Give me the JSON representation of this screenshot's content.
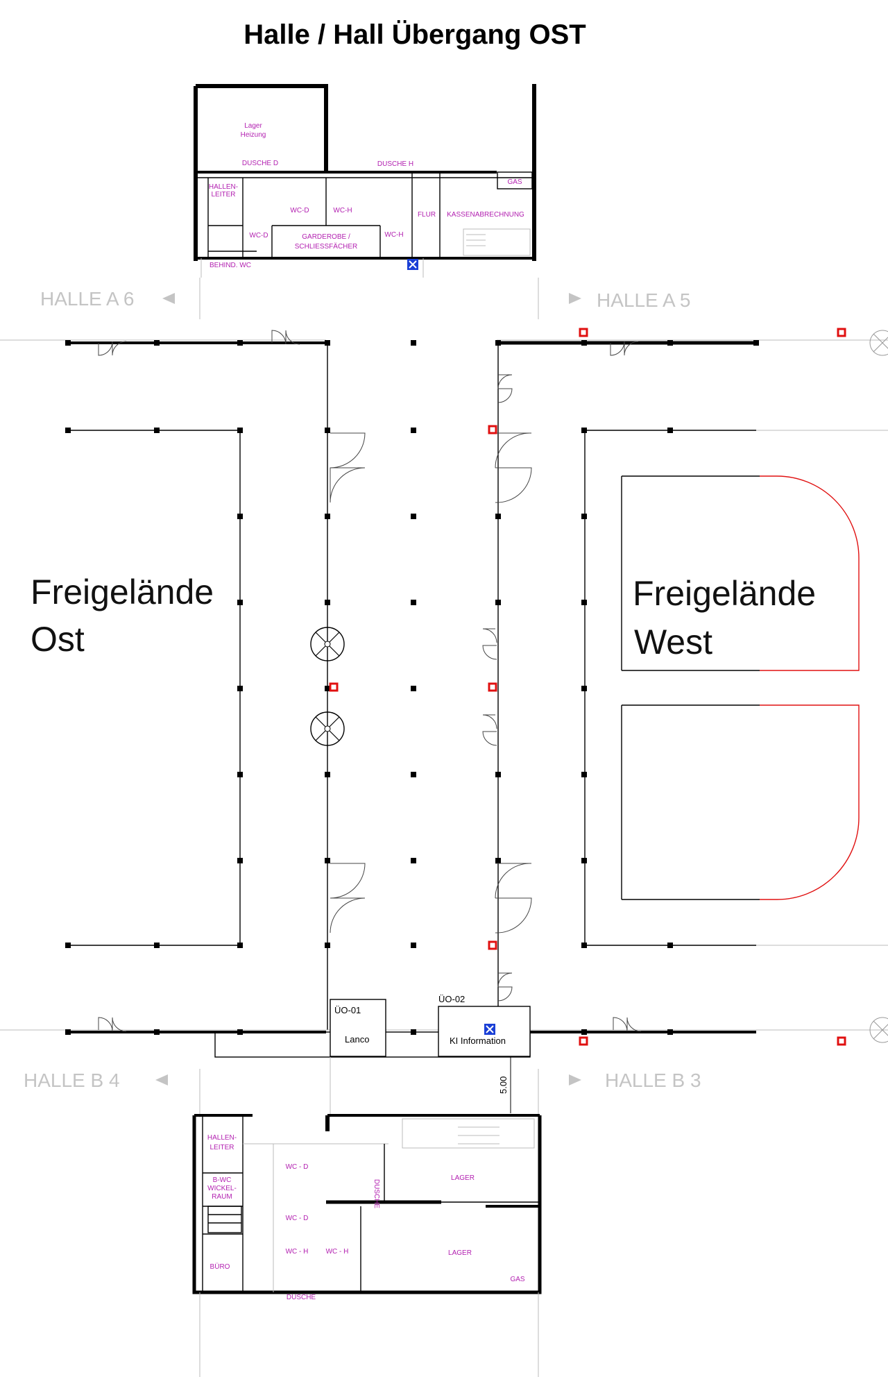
{
  "title": "Halle / Hall Übergang OST",
  "areas": {
    "east": [
      "Freigelände",
      "Ost"
    ],
    "west": [
      "Freigelände",
      "West"
    ]
  },
  "hall_labels": {
    "a6": "HALLE  A 6",
    "a5": "HALLE  A 5",
    "b4": "HALLE  B 4",
    "b3": "HALLE  B 3"
  },
  "rooms_top": {
    "lager": "Lager",
    "heizung": "Heizung",
    "dusche_d": "DUSCHE D",
    "dusche_h": "DUSCHE H",
    "gas": "GAS",
    "hallenleiter_1": "HALLEN-",
    "hallenleiter_2": "LEITER",
    "wc_d_1": "WC-D",
    "wc_h_1": "WC-H",
    "flur": "FLUR",
    "kassenabrechnung": "KASSENABRECHNUNG",
    "wc_d_2": "WC-D",
    "garderobe_1": "GARDEROBE /",
    "garderobe_2": "SCHLIESSFÄCHER",
    "wc_h_2": "WC-H",
    "behind_wc": "BEHIND. WC"
  },
  "rooms_bottom": {
    "hallenleiter_1": "HALLEN-",
    "hallenleiter_2": "LEITER",
    "bwc_1": "B-WC",
    "bwc_2": "WICKEL-",
    "bwc_3": "RAUM",
    "wc_d_1": "WC - D",
    "wc_d_2": "WC - D",
    "wc_h_1": "WC - H",
    "wc_h_2": "WC - H",
    "lager_1": "LAGER",
    "lager_2": "LAGER",
    "dusche_v": "DUSCHE",
    "dusche": "DUSCHE",
    "buero": "BÜRO",
    "gas": "GAS"
  },
  "stands": [
    {
      "id": "ÜO-01",
      "name": "Lanco"
    },
    {
      "id": "ÜO-02",
      "name": "KI Information"
    }
  ],
  "dimension": "5.00",
  "colors": {
    "room_label": "#b21fb0",
    "hall_label": "#c4c4c4",
    "hydrant": "#e01010",
    "info_marker": "#1a3fd6",
    "outline_red": "#e01010"
  },
  "icons": [
    "fan-icon",
    "hydrant-icon",
    "info-marker-icon",
    "arrow-left-icon",
    "arrow-right-icon",
    "door-swing-icon"
  ]
}
